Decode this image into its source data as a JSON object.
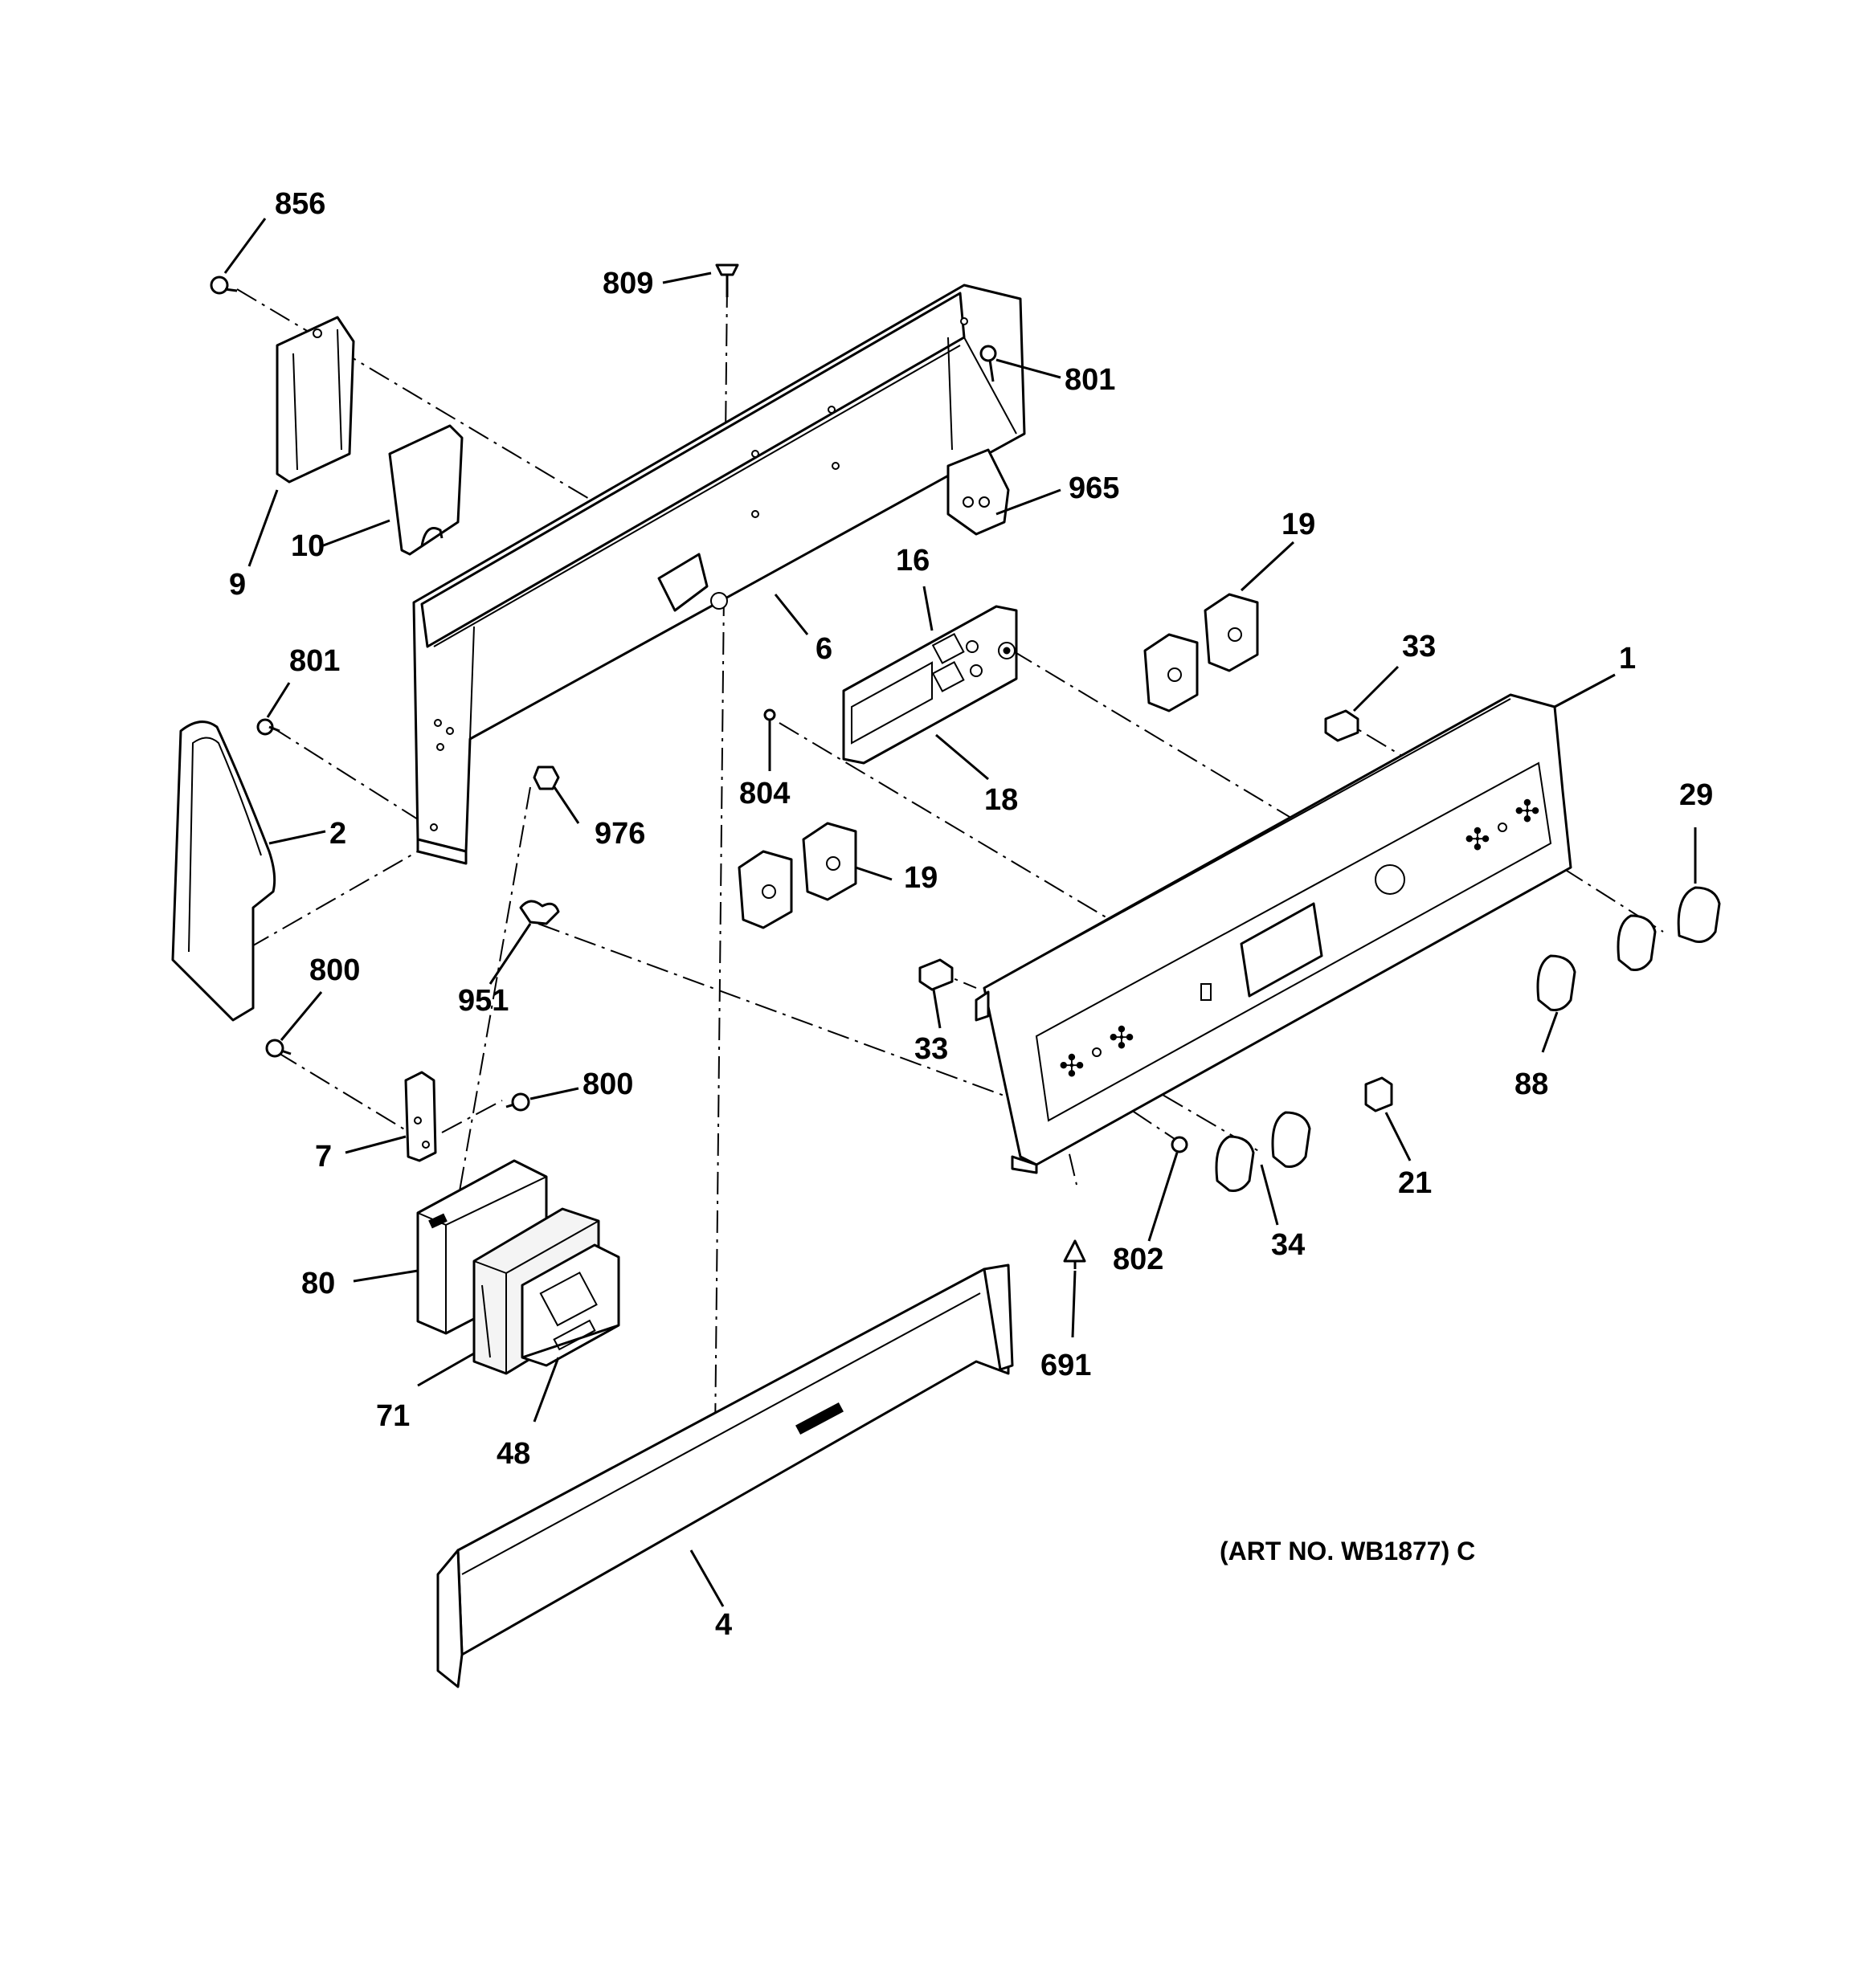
{
  "diagram": {
    "art_number": "(ART NO. WB1877) C",
    "labels": {
      "p856": "856",
      "p809": "809",
      "p801a": "801",
      "p965": "965",
      "p9": "9",
      "p10": "10",
      "p6": "6",
      "p16": "16",
      "p19a": "19",
      "p33a": "33",
      "p1": "1",
      "p801b": "801",
      "p2": "2",
      "p976": "976",
      "p804": "804",
      "p18": "18",
      "p19b": "19",
      "p29": "29",
      "p800a": "800",
      "p951": "951",
      "p33b": "33",
      "p88": "88",
      "p800b": "800",
      "p7": "7",
      "p802": "802",
      "p34": "34",
      "p21": "21",
      "p80": "80",
      "p691": "691",
      "p71": "71",
      "p48": "48",
      "p4": "4"
    }
  }
}
